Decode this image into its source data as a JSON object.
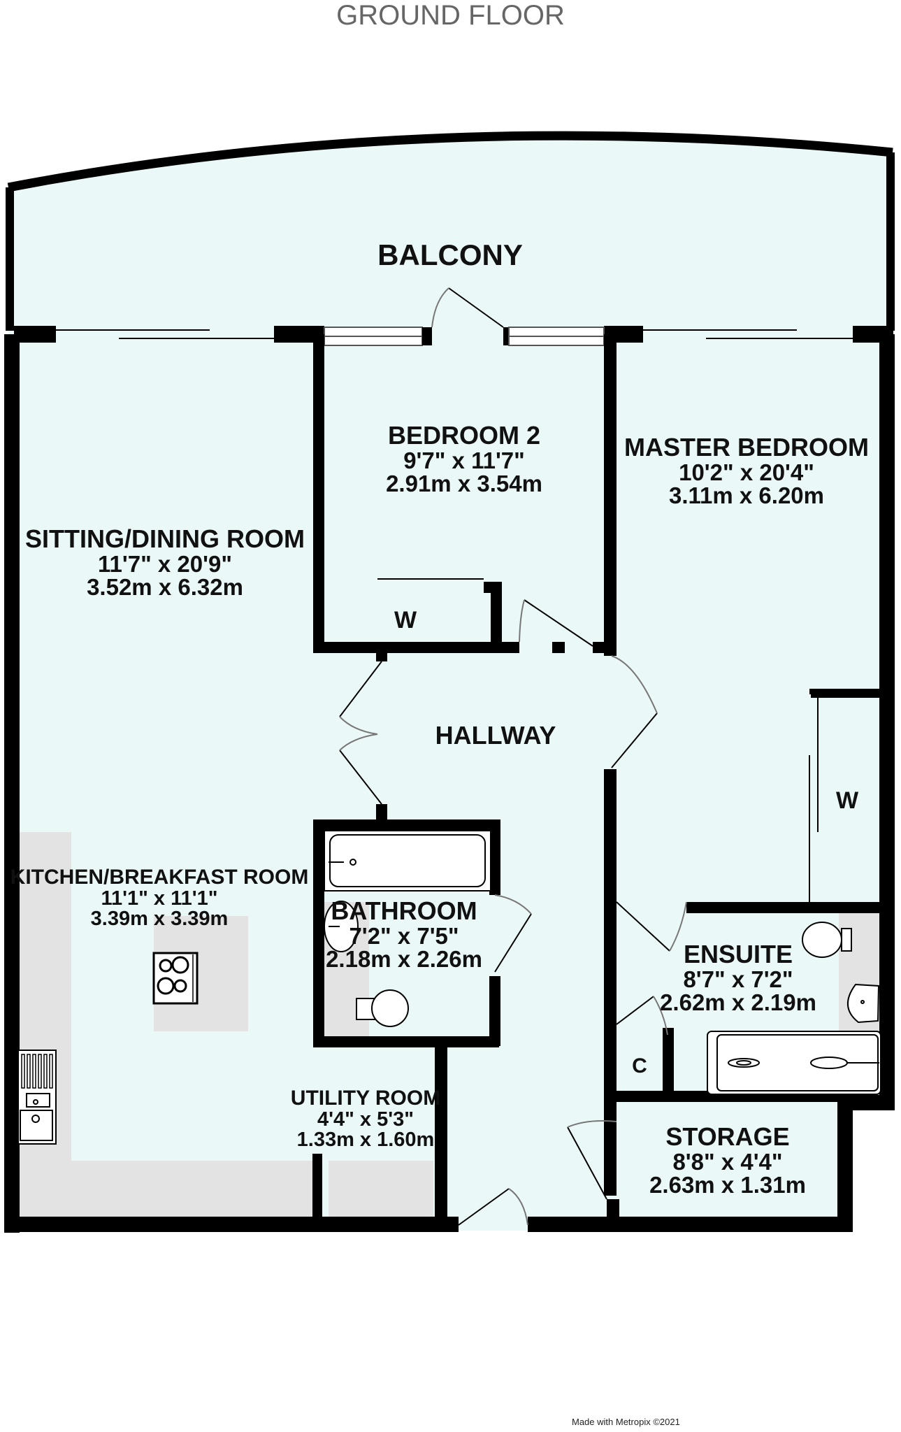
{
  "floor": {
    "title": "GROUND FLOOR"
  },
  "colors": {
    "room_fill": "#ebf8f8",
    "wall": "#000000",
    "counter": "#e3e3e3",
    "fixture": "#ffffff",
    "title_text": "#666666"
  },
  "rooms": {
    "balcony": {
      "name": "BALCONY"
    },
    "bedroom2": {
      "name": "BEDROOM 2",
      "imperial": "9'7\"  x 11'7\"",
      "metric": "2.91m  x 3.54m"
    },
    "master_bedroom": {
      "name": "MASTER BEDROOM",
      "imperial": "10'2\"  x 20'4\"",
      "metric": "3.11m  x 6.20m"
    },
    "sitting_dining": {
      "name": "SITTING/DINING ROOM",
      "imperial": "11'7\"  x 20'9\"",
      "metric": "3.52m  x 6.32m"
    },
    "hallway": {
      "name": "HALLWAY"
    },
    "kitchen": {
      "name": "KITCHEN/BREAKFAST ROOM",
      "imperial": "11'1\"  x 11'1\"",
      "metric": "3.39m  x 3.39m"
    },
    "bathroom": {
      "name": "BATHROOM",
      "imperial": "7'2\"  x 7'5\"",
      "metric": "2.18m  x 2.26m"
    },
    "ensuite": {
      "name": "ENSUITE",
      "imperial": "8'7\"  x 7'2\"",
      "metric": "2.62m  x 2.19m"
    },
    "utility": {
      "name": "UTILITY ROOM",
      "imperial": "4'4\"  x 5'3\"",
      "metric": "1.33m  x 1.60m"
    },
    "storage": {
      "name": "STORAGE",
      "imperial": "8'8\"  x 4'4\"",
      "metric": "2.63m  x 1.31m"
    }
  },
  "tags": {
    "wardrobe_bed2": "W",
    "wardrobe_master": "W",
    "cupboard": "C"
  },
  "footer": {
    "credit": "Made with Metropix ©2021"
  }
}
